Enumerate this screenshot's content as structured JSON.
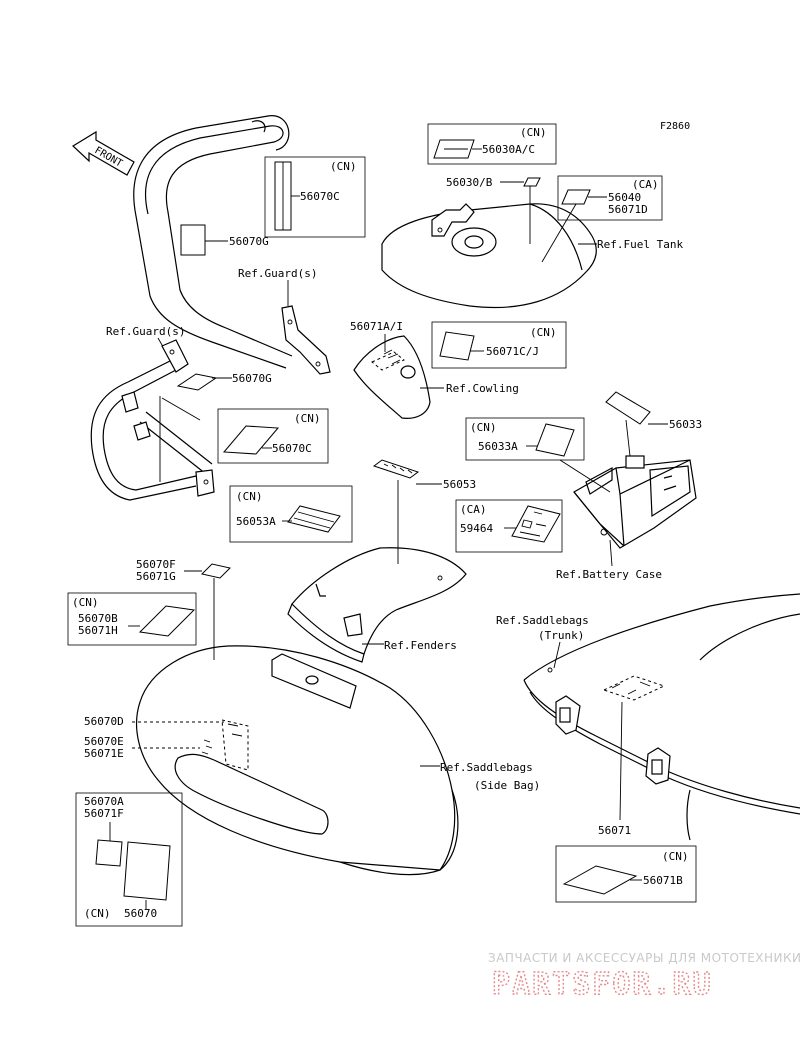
{
  "figure_code": "F2860",
  "front_arrow_label": "FRONT",
  "part_labels": {
    "p56030A_C": "56030A/C",
    "p56030B": "56030/B",
    "p56040": "56040",
    "p56071D": "56071D",
    "p56070C_top": "56070C",
    "p56070G_top": "56070G",
    "p56071A_I": "56071A/I",
    "p56071C_J": "56071C/J",
    "p56070G_mid": "56070G",
    "p56070C_mid": "56070C",
    "p56033": "56033",
    "p56033A": "56033A",
    "p56053": "56053",
    "p56053A": "56053A",
    "p59464": "59464",
    "p56070F": "56070F",
    "p56071G": "56071G",
    "p56070B": "56070B",
    "p56071H": "56071H",
    "p56070D": "56070D",
    "p56070E": "56070E",
    "p56071E": "56071E",
    "p56070A": "56070A",
    "p56071F": "56071F",
    "p56070": "56070",
    "p56071": "56071",
    "p56071B": "56071B"
  },
  "region_tags": {
    "cn": "(CN)",
    "ca": "(CA)"
  },
  "references": {
    "fuel_tank": "Ref.Fuel Tank",
    "guard_top": "Ref.Guard(s)",
    "guard_left": "Ref.Guard(s)",
    "cowling": "Ref.Cowling",
    "battery_case": "Ref.Battery Case",
    "fenders": "Ref.Fenders",
    "saddlebags_trunk_1": "Ref.Saddlebags",
    "saddlebags_trunk_2": "(Trunk)",
    "saddlebags_side_1": "Ref.Saddlebags",
    "saddlebags_side_2": "(Side Bag)"
  },
  "watermark": {
    "tagline": "ЗАПЧАСТИ И АКСЕССУАРЫ ДЛЯ МОТОТЕХНИКИ",
    "brand": "PARTSFOR.RU",
    "color": "#e58a8a"
  }
}
